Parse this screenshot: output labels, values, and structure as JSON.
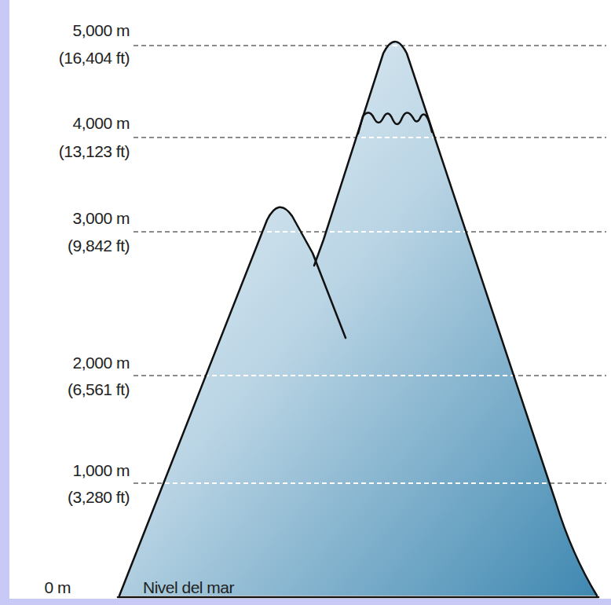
{
  "diagram": {
    "labels": [
      "5,000 m",
      "(16,404 ft)",
      "4,000 m",
      "(13,123 ft)",
      "3,000 m",
      "(9,842 ft)",
      "2,000 m",
      "(6,561 ft)",
      "1,000 m",
      "(3,280 ft)",
      "0 m",
      "Nivel del mar"
    ]
  }
}
